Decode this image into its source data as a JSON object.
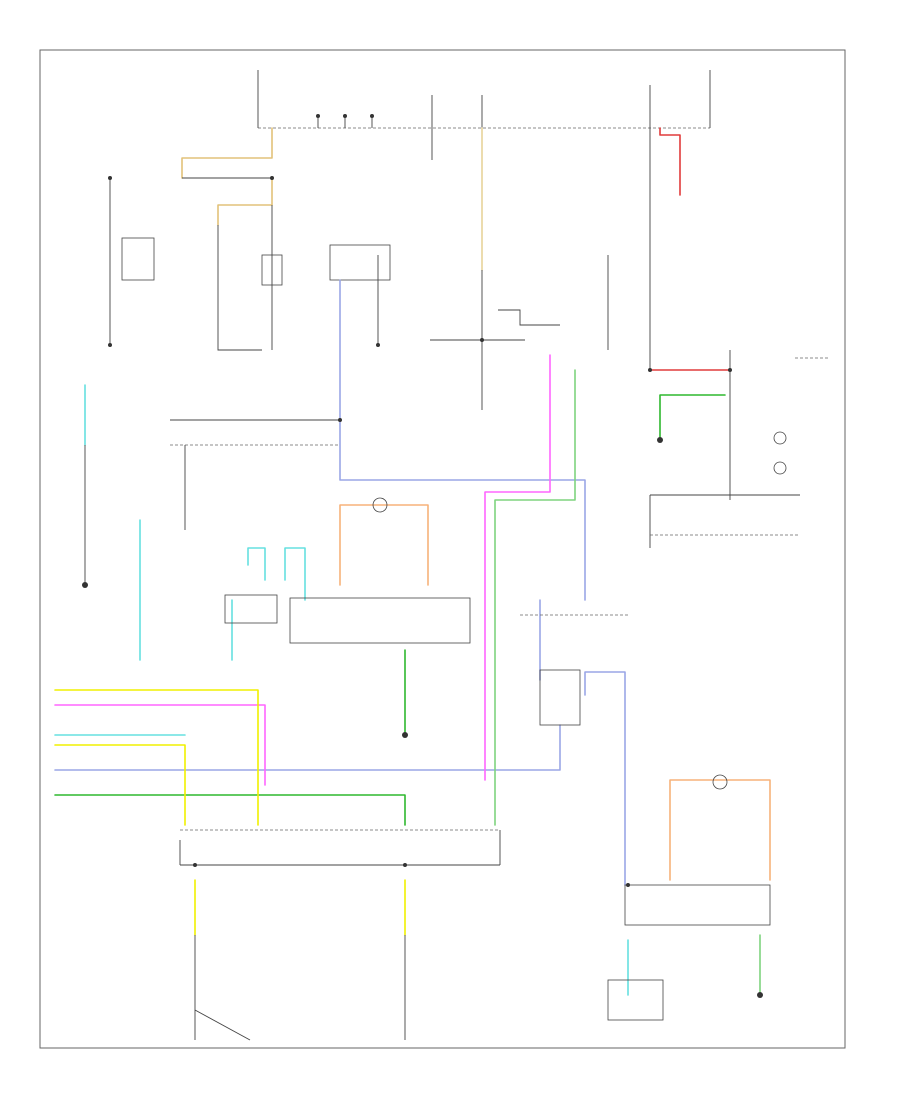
{
  "diagram": {
    "border": true,
    "colors": {
      "black": "#444444",
      "tan": "#e2c27a",
      "orange": "#f2a24a",
      "red": "#e13b3b",
      "green": "#2fb82f",
      "lightgreen": "#7fd47f",
      "lightblue": "#9aa6e6",
      "cyan": "#66e0e0",
      "pink": "#ff66ff",
      "yellow": "#f0f000",
      "peach": "#f7b27a"
    },
    "wire_colors": [
      "black",
      "tan",
      "orange",
      "red",
      "green",
      "lightgreen",
      "lightblue",
      "cyan",
      "pink",
      "yellow",
      "peach"
    ],
    "labels_note": ""
  }
}
